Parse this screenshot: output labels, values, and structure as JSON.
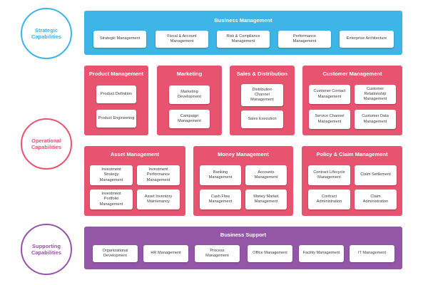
{
  "colors": {
    "strategic": "#3db5e6",
    "operational": "#e8546f",
    "supporting": "#9457a8"
  },
  "circles": {
    "strategic": "Strategic\nCapabilities",
    "operational": "Operational\nCapabilities",
    "supporting": "Supporting\nCapabilities"
  },
  "business_management": {
    "title": "Business Management",
    "items": [
      "Strategic Management",
      "Fiscal & Account\nManagement",
      "Risk & Compliance\nManagement",
      "Performance\nManagement",
      "Enterprise Architecture"
    ]
  },
  "product_management": {
    "title": "Product Management",
    "items": [
      "Product Definition",
      "Product Engineering"
    ]
  },
  "marketing": {
    "title": "Marketing",
    "items": [
      "Marketing\nDevelopment",
      "Campaign\nManagement"
    ]
  },
  "sales_distribution": {
    "title": "Sales & Distribution",
    "items": [
      "Distribution\nChannel\nManagement",
      "Sales Execution"
    ]
  },
  "customer_management": {
    "title": "Customer Management",
    "items": [
      "Customer Contact\nManagement",
      "Customer\nRelationship\nManagement",
      "Service Channel\nManagement",
      "Customer Data\nManagement"
    ]
  },
  "asset_management": {
    "title": "Asset Management",
    "items": [
      "Investment\nStrategy\nManagement",
      "Investment\nPerformance\nManagement",
      "Investment\nPortfolio\nManagement",
      "Asset Inventory\nMaintenancy"
    ]
  },
  "money_management": {
    "title": "Money Management",
    "items": [
      "Banking\nManagement",
      "Accounts\nManagement",
      "Cash Flow\nManagement",
      "Money Market\nManagement"
    ]
  },
  "policy_claim": {
    "title": "Policy & Claim Management",
    "items": [
      "Contract Lifecycle\nManagement",
      "Claim Settlement",
      "Contract\nAdministration",
      "Claim\nAdministration"
    ]
  },
  "business_support": {
    "title": "Business Support",
    "items": [
      "Organizational\nDevelopment",
      "HR Management",
      "Process\nManagement",
      "Office Management",
      "Facility Management",
      "IT Management"
    ]
  }
}
